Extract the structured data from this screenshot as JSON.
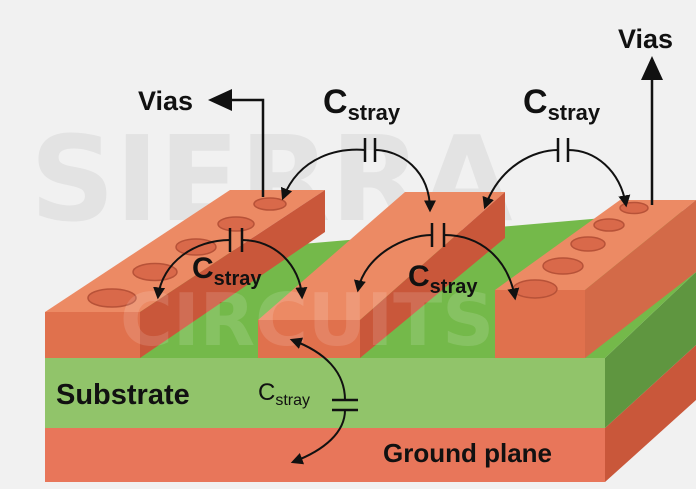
{
  "labels": {
    "vias_left": "Vias",
    "vias_right": "Vias",
    "c_main": "C",
    "c_sub": "stray",
    "substrate": "Substrate",
    "ground_plane": "Ground plane"
  },
  "watermark": {
    "line1": "SIERRA",
    "line2": "CIRCUITS"
  },
  "colors": {
    "background": "#f1f1f1",
    "copper_top": "#ec8a64",
    "copper_front": "#e0714d",
    "copper_side": "#c9573a",
    "substrate_top": "#74b94a",
    "substrate_front": "#91c46a",
    "substrate_side": "#5f9640",
    "ground_front": "#e8765a",
    "ground_side": "#c9573a"
  }
}
